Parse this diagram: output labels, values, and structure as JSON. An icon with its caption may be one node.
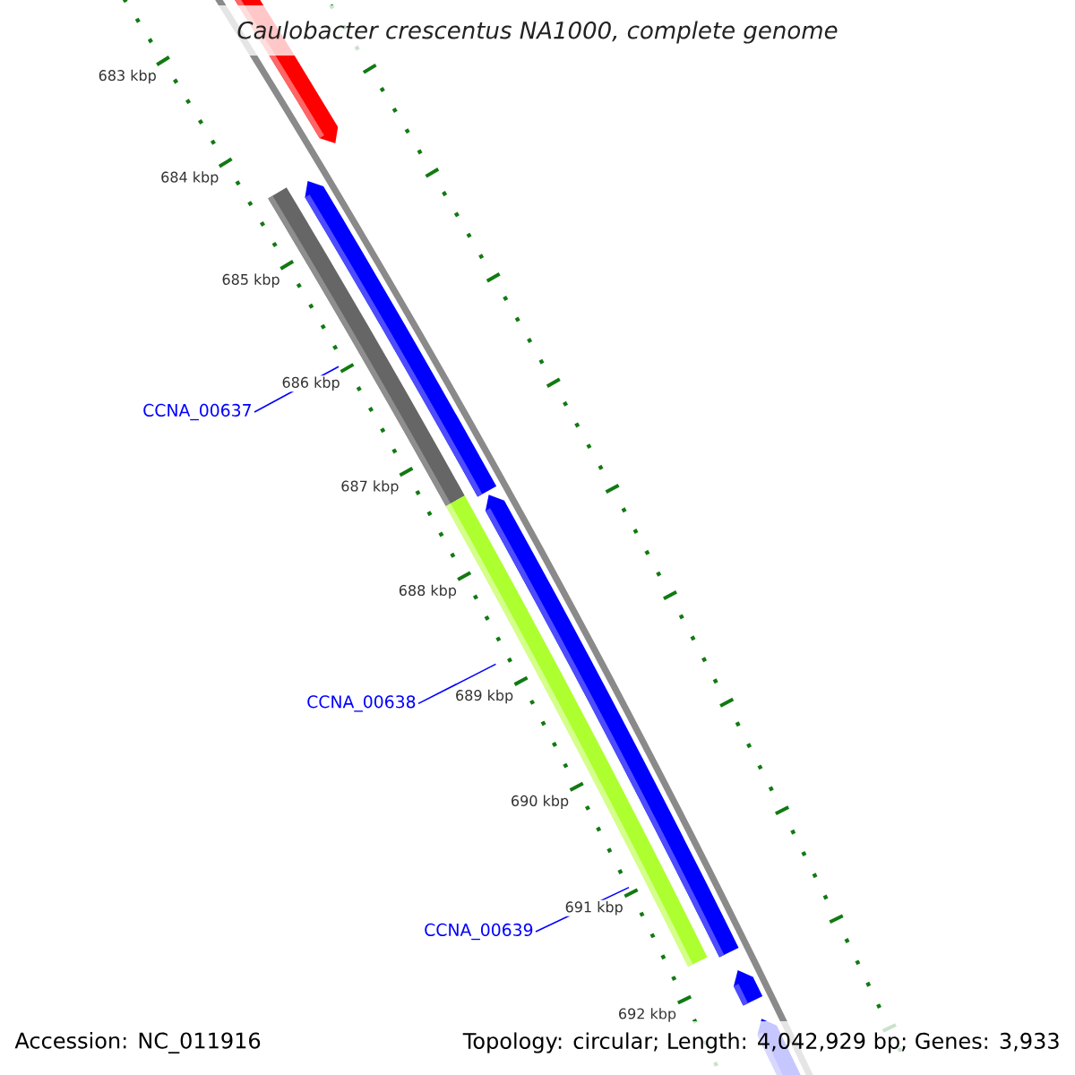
{
  "diagram": {
    "title": "Caulobacter crescentus NA1000, complete genome",
    "nodes": [
      {
        "text": [
          "CCNA_00637"
        ]
      },
      {
        "text": [
          "CCNA_00638"
        ]
      },
      {
        "text": [
          "CCNA_00639"
        ]
      }
    ],
    "edges": [
      {
        "from": 0,
        "to": null,
        "arrow": "none"
      },
      {
        "from": 1,
        "to": null,
        "arrow": "none"
      },
      {
        "from": 2,
        "to": null,
        "arrow": "none"
      }
    ],
    "labels": [
      "683 kbp",
      "684 kbp",
      "685 kbp",
      "686 kbp",
      "687 kbp",
      "688 kbp",
      "689 kbp",
      "690 kbp",
      "691 kbp",
      "692 kbp",
      "Accession: NC_011916",
      "Topology: circular; Length: 4,042,929 bp; Genes: 3,933"
    ]
  }
}
